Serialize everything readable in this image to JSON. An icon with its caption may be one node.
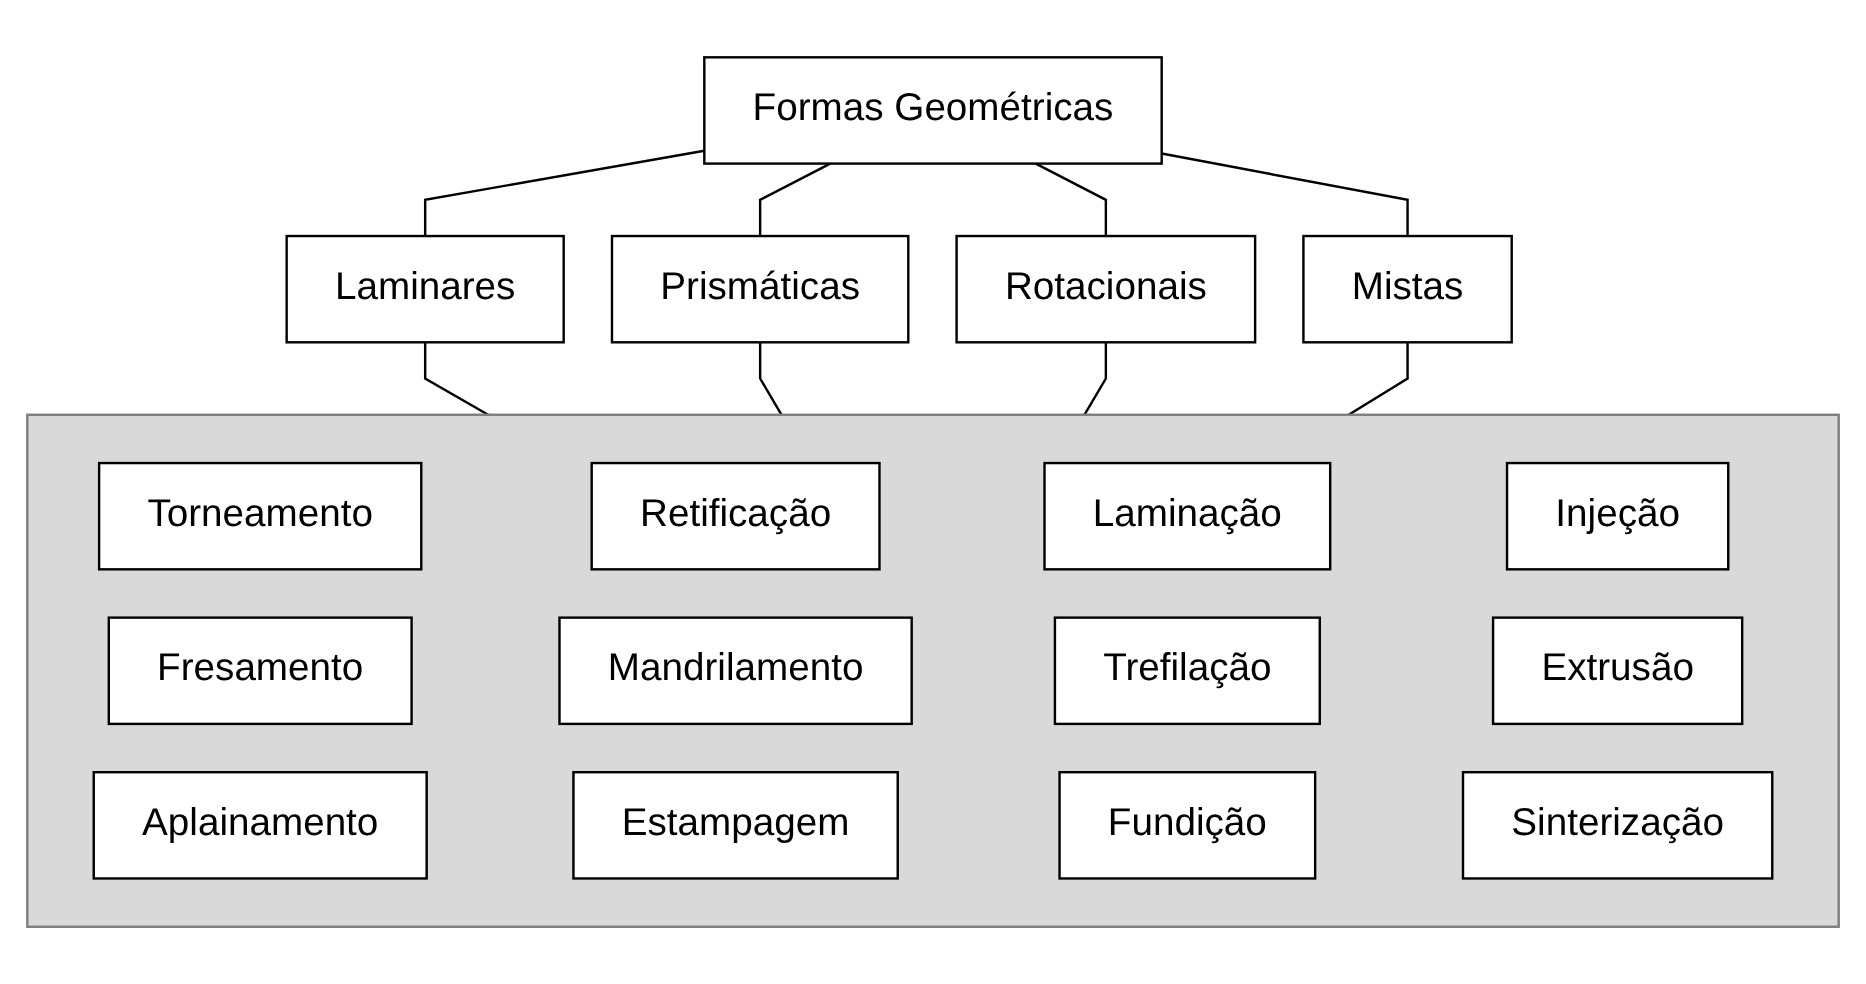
{
  "diagram": {
    "nodes": [
      {
        "text": [
          "Formas Geométricas"
        ]
      },
      {
        "text": [
          "Laminares"
        ]
      },
      {
        "text": [
          "Prismáticas"
        ]
      },
      {
        "text": [
          "Rotacionais"
        ]
      },
      {
        "text": [
          "Mistas"
        ]
      },
      {
        "text": [],
        "shape": "box"
      },
      {
        "text": [
          "Torneamento"
        ],
        "in": 5
      },
      {
        "text": [
          "Retificação"
        ],
        "in": 5
      },
      {
        "text": [
          "Laminação"
        ],
        "in": 5
      },
      {
        "text": [
          "Injeção"
        ],
        "in": 5
      },
      {
        "text": [
          "Fresamento"
        ],
        "in": 5
      },
      {
        "text": [
          "Mandrilamento"
        ],
        "in": 5
      },
      {
        "text": [
          "Trefilação"
        ],
        "in": 5
      },
      {
        "text": [
          "Extrusão"
        ],
        "in": 5
      },
      {
        "text": [
          "Aplainamento"
        ],
        "in": 5
      },
      {
        "text": [
          "Estampagem"
        ],
        "in": 5
      },
      {
        "text": [
          "Fundição"
        ],
        "in": 5
      },
      {
        "text": [
          "Sinterização"
        ],
        "in": 5
      }
    ],
    "edges": [
      {
        "from": 0,
        "to": 1,
        "arrow": "none"
      },
      {
        "from": 0,
        "to": 2,
        "arrow": "none"
      },
      {
        "from": 0,
        "to": 3,
        "arrow": "none"
      },
      {
        "from": 0,
        "to": 4,
        "arrow": "none"
      },
      {
        "from": 1,
        "to": 5,
        "arrow": "none"
      },
      {
        "from": 2,
        "to": 5,
        "arrow": "none"
      },
      {
        "from": 3,
        "to": 5,
        "arrow": "none"
      },
      {
        "from": 4,
        "to": 5,
        "arrow": "none"
      }
    ]
  }
}
